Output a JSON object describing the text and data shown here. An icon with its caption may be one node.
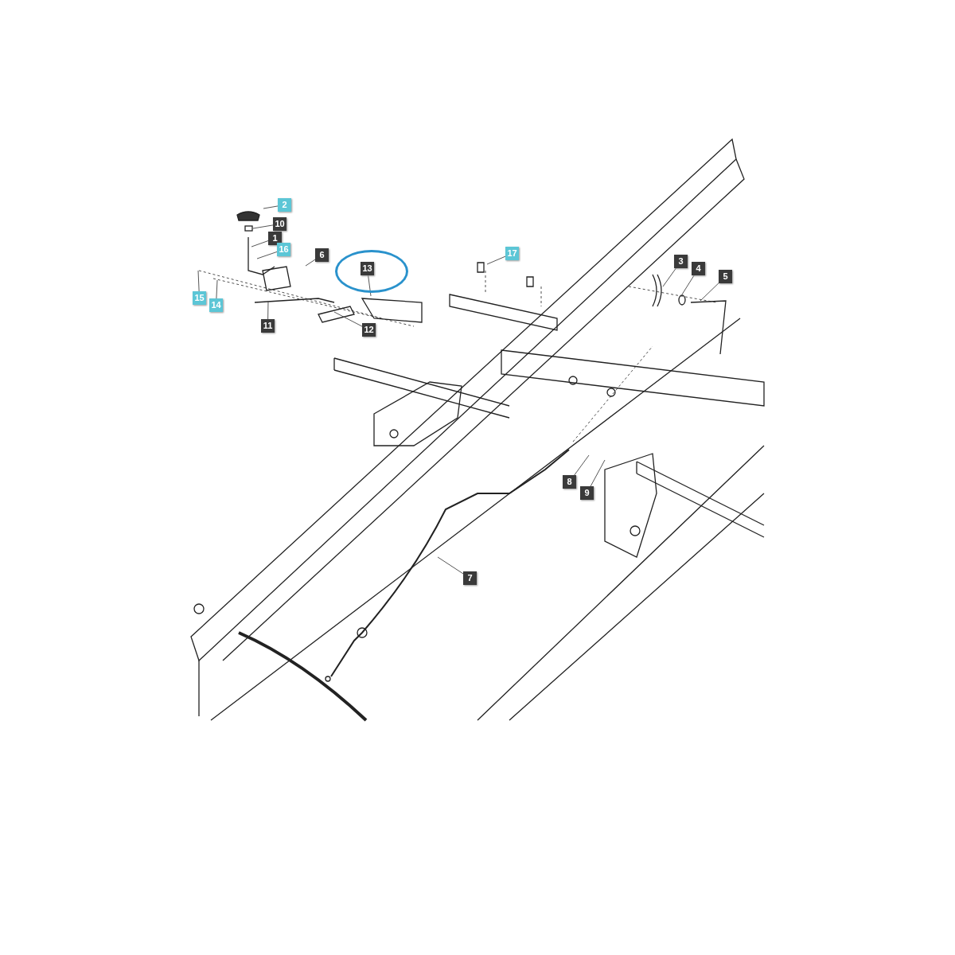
{
  "diagram": {
    "nodes": [
      {
        "text": [
          "2"
        ]
      },
      {
        "text": [
          "10"
        ]
      },
      {
        "text": [
          "1"
        ]
      },
      {
        "text": [
          "16"
        ]
      },
      {
        "text": [
          "6"
        ]
      },
      {
        "text": [],
        "shape": "circle"
      },
      {
        "text": [
          "13"
        ],
        "in": 5
      },
      {
        "text": [
          "15"
        ]
      },
      {
        "text": [
          "14"
        ]
      },
      {
        "text": [
          "11"
        ]
      },
      {
        "text": [
          "12"
        ]
      },
      {
        "text": [
          "17"
        ]
      },
      {
        "text": [
          "3"
        ]
      },
      {
        "text": [
          "4"
        ]
      },
      {
        "text": [
          "5"
        ]
      },
      {
        "text": [
          "8"
        ]
      },
      {
        "text": [
          "9"
        ]
      },
      {
        "text": [
          "7"
        ]
      }
    ],
    "edges": [
      {
        "from": 0,
        "to": null,
        "arrow": "none"
      },
      {
        "from": 1,
        "to": null,
        "arrow": "none"
      },
      {
        "from": 2,
        "to": null,
        "arrow": "none"
      },
      {
        "from": 3,
        "to": null,
        "arrow": "none"
      },
      {
        "from": 4,
        "to": null,
        "arrow": "none"
      },
      {
        "from": 6,
        "to": null,
        "arrow": "none"
      },
      {
        "from": 7,
        "to": null,
        "arrow": "none"
      },
      {
        "from": 8,
        "to": null,
        "arrow": "none"
      },
      {
        "from": 9,
        "to": null,
        "arrow": "none"
      },
      {
        "from": 10,
        "to": null,
        "arrow": "none"
      },
      {
        "from": 11,
        "to": null,
        "arrow": "none"
      },
      {
        "from": 12,
        "to": null,
        "arrow": "none"
      },
      {
        "from": 13,
        "to": null,
        "arrow": "none"
      },
      {
        "from": 14,
        "to": null,
        "arrow": "none"
      },
      {
        "from": 15,
        "to": null,
        "arrow": "none"
      },
      {
        "from": 16,
        "to": null,
        "arrow": "none"
      },
      {
        "from": 17,
        "to": null,
        "arrow": "none"
      }
    ]
  }
}
